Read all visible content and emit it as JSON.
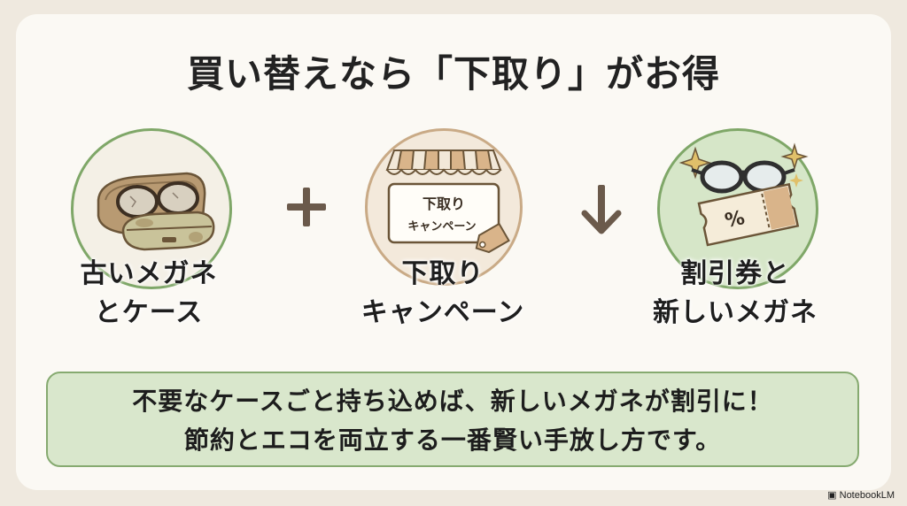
{
  "title": "買い替えなら「下取り」がお得",
  "steps": [
    {
      "label_line1": "古いメガネ",
      "label_line2": "とケース",
      "icon": "old-glasses-case-icon"
    },
    {
      "label_line1": "下取り",
      "label_line2": "キャンペーン",
      "icon": "storefront-sign-icon",
      "sign_line1": "下取り",
      "sign_line2": "キャンペーン"
    },
    {
      "label_line1": "割引券と",
      "label_line2": "新しいメガネ",
      "icon": "glasses-coupon-icon",
      "coupon_text": "%"
    }
  ],
  "operators": {
    "plus": "plus-icon",
    "arrow": "arrow-down-icon"
  },
  "message": {
    "line1": "不要なケースごと持ち込めば、新しいメガネが割引に！",
    "line2": "節約とエコを両立する一番賢い手放し方です。"
  },
  "brand": "NotebookLM",
  "colors": {
    "green": "#7fa768",
    "tan": "#c9aa86",
    "background": "#efe9df"
  }
}
